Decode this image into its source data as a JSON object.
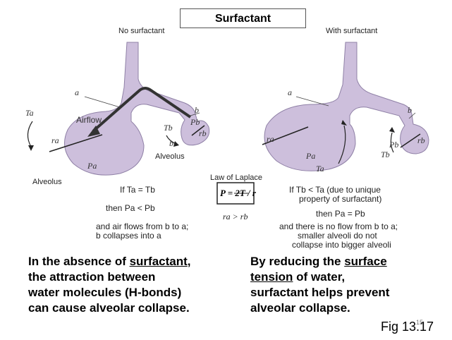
{
  "title": "Surfactant",
  "left_panel": {
    "heading": "No surfactant",
    "airflow_label": "Airflow",
    "label_a": "a",
    "label_b": "b",
    "label_ra": "ra",
    "label_rb": "rb",
    "label_Pa": "Pa",
    "label_Pb": "Pb",
    "label_Ta": "Ta",
    "label_Tb": "Tb",
    "alveolus_1": "Alveolus",
    "alveolus_2": "Alveolus",
    "eq1": "If Ta = Tb",
    "eq2": "then Pa < Pb",
    "eq3": "and air flows from b to a;",
    "eq4": "b collapses into a"
  },
  "right_panel": {
    "heading": "With surfactant",
    "label_a": "a",
    "label_b": "b",
    "label_ra": "ra",
    "label_rb": "rb",
    "label_Pa": "Pa",
    "label_Pb": "Pb",
    "label_Ta": "Ta",
    "label_Tb": "Tb",
    "eq1": "If Tb < Ta (due to unique",
    "eq1b": "property of surfactant)",
    "eq2": "then Pa = Pb",
    "eq3": "and there is no flow from b to a;",
    "eq4": "smaller alveoli do not",
    "eq5": "collapse into bigger alveoli"
  },
  "laplace": {
    "heading": "Law of Laplace",
    "formula": "P = 2T / r",
    "relation": "ra > rb"
  },
  "caption_left": {
    "line1_pre": "In the absence of ",
    "line1_u": "surfactant",
    "line1_post": ",",
    "line2": "the attraction between",
    "line3": "water molecules (H-bonds)",
    "line4": "can cause alveolar collapse."
  },
  "caption_right": {
    "line1_pre": "By reducing the ",
    "line1_u": "surface",
    "line2_u": "tension",
    "line2_post": " of water,",
    "line3": "surfactant helps prevent",
    "line4": "alveolar collapse."
  },
  "figure_label": "Fig 13.17",
  "page_number": "15",
  "colors": {
    "alveolus_fill": "#cdbfdc",
    "alveolus_stroke": "#8f80a6",
    "line": "#222222"
  }
}
